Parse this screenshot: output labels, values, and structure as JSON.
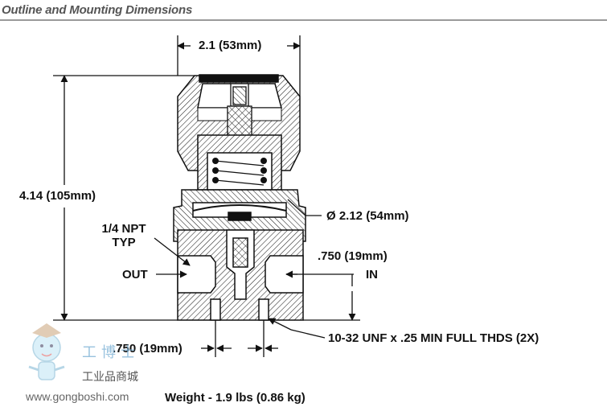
{
  "section_title": "Outline and Mounting Dimensions",
  "dims": {
    "width_top": "2.1 (53mm)",
    "height": "4.14 (105mm)",
    "diameter": "Ø 2.12 (54mm)",
    "port_size_1": "1/4 NPT",
    "port_size_2": "TYP",
    "outlet": "OUT",
    "inlet": "IN",
    "port_height": ".750 (19mm)",
    "mount_thread": "10-32 UNF x .25 MIN FULL THDS (2X)",
    "mount_spacing": ".750 (19mm)"
  },
  "weight": "Weight - 1.9 lbs (0.86 kg)",
  "watermark": {
    "brand_cn": "工博士",
    "tagline_cn": "工业品商城",
    "url": "www.gongboshi.com"
  }
}
